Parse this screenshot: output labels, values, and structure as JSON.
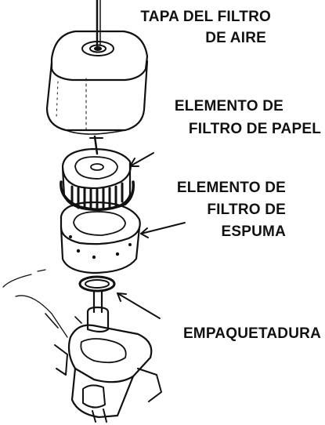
{
  "labels": {
    "cover": {
      "line1": "TAPA DEL FILTRO",
      "line2": "DE AIRE"
    },
    "paper_element": {
      "line1": "ELEMENTO DE",
      "line2": "FILTRO DE PAPEL"
    },
    "foam_element": {
      "line1": "ELEMENTO DE",
      "line2": "FILTRO DE",
      "line3": "ESPUMA"
    },
    "gasket": {
      "line1": "EMPAQUETADURA"
    }
  },
  "colors": {
    "ink": "#111111",
    "background": "#ffffff"
  }
}
